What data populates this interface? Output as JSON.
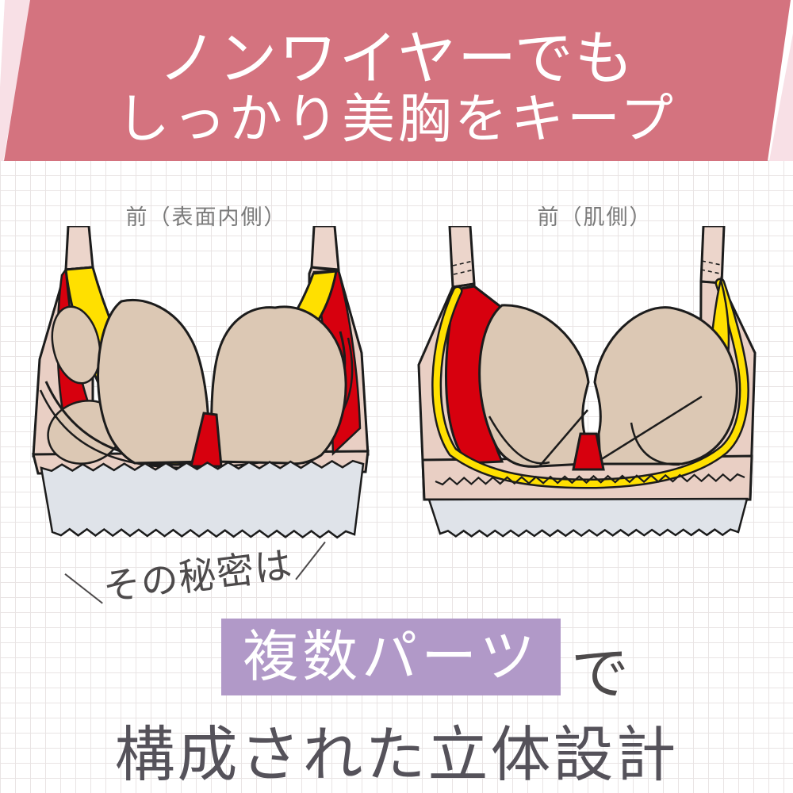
{
  "page": {
    "bg": "#ffffff",
    "grid_color": "#e9e4e4"
  },
  "header": {
    "line1": "ノンワイヤーでも",
    "line2": "しっかり美胸をキープ",
    "banner_color": "#d4737f",
    "wedge_color": "#f8e0e6",
    "text_color": "#ffffff"
  },
  "diagrams": {
    "left_label": "前（表面内側）",
    "right_label": "前（肌側）",
    "colors": {
      "yellow": "#ffe000",
      "red": "#d7000e",
      "cup": "#dcc8b4",
      "band": "#e9cfc4",
      "strap": "#ecd5cb",
      "lace": "#dfe3e9",
      "outline": "#1c1c1c"
    }
  },
  "secret": {
    "text": "＼その秘密は／"
  },
  "highlight": {
    "text": "複数パーツ",
    "suffix": "で",
    "box_color": "#b199c8",
    "text_color": "#ffffff"
  },
  "conclusion": {
    "text": "構成された立体設計"
  }
}
